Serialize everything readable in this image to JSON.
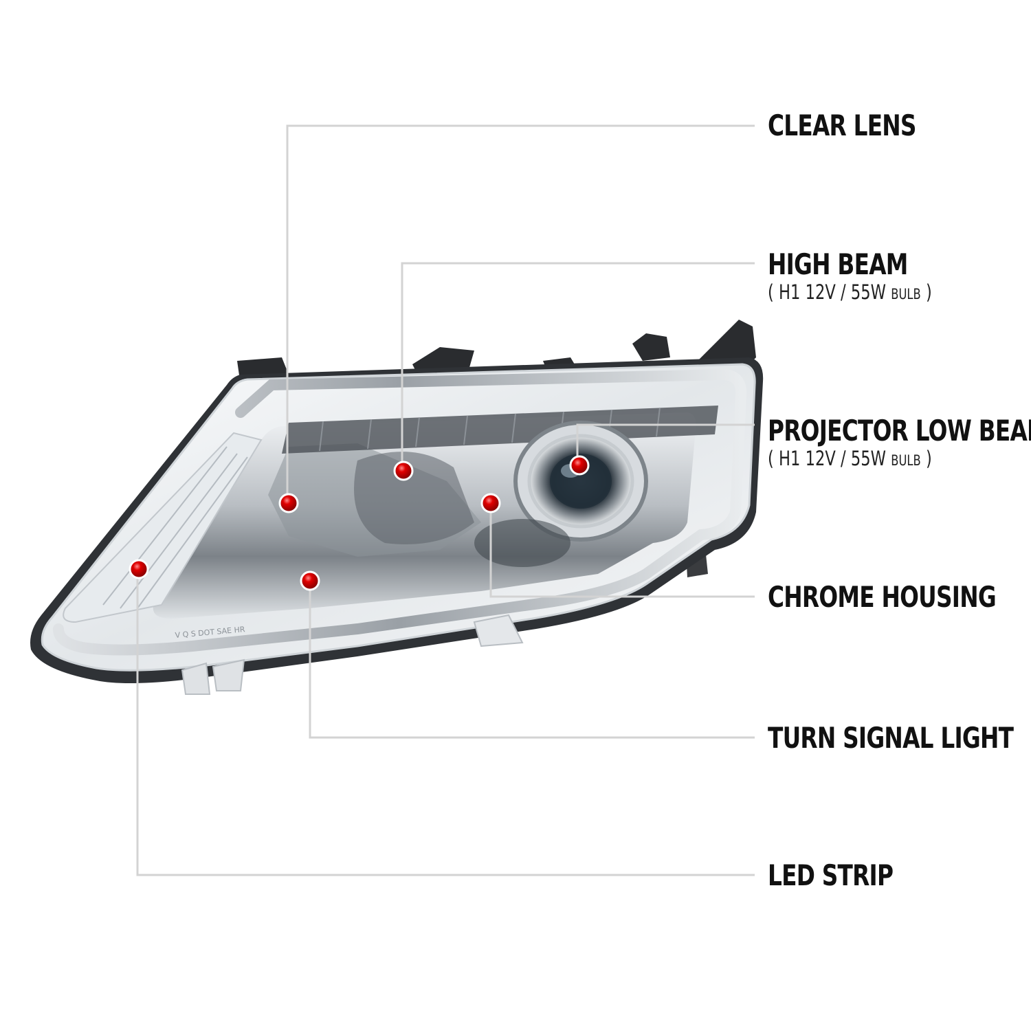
{
  "callouts": [
    {
      "id": "clear-lens",
      "title": "CLEAR LENS",
      "subtitle": ""
    },
    {
      "id": "high-beam",
      "title": "HIGH BEAM",
      "subtitle_prefix": "( H1  12V / 55W ",
      "subtitle_unit": "BULB",
      "subtitle_suffix": " )"
    },
    {
      "id": "projector-low-beam",
      "title": "PROJECTOR LOW BEAM",
      "subtitle_prefix": "( H1  12V / 55W ",
      "subtitle_unit": "BULB",
      "subtitle_suffix": " )"
    },
    {
      "id": "chrome-housing",
      "title": "CHROME HOUSING",
      "subtitle": ""
    },
    {
      "id": "turn-signal-light",
      "title": "TURN SIGNAL LIGHT",
      "subtitle": ""
    },
    {
      "id": "led-strip",
      "title": "LED STRIP",
      "subtitle": ""
    }
  ],
  "colors": {
    "leader_line": "#d3d3d3",
    "marker": "#e00000",
    "chrome": "#c9cdd1",
    "lens": "#eef1f4",
    "dark_plastic": "#2a2c2f"
  },
  "lens_marking": "V Q S DOT SAE HR"
}
